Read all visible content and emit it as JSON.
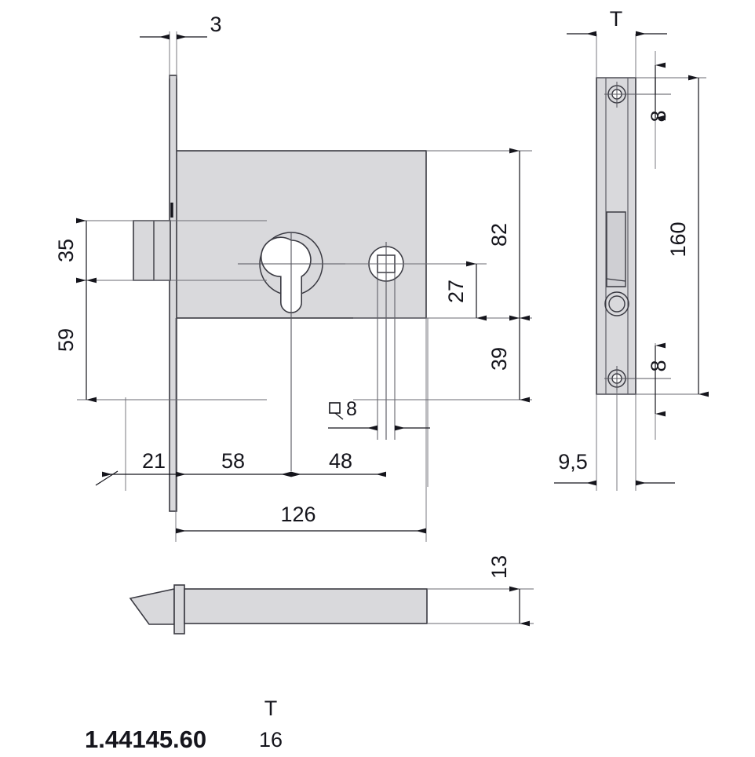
{
  "drawing": {
    "type": "technical-mechanical-drawing",
    "subject": "mortise lock with euro profile cylinder",
    "background_color": "#ffffff",
    "line_color": "#3a3a42",
    "fill_color": "#d9d9dc",
    "text_color": "#15151c"
  },
  "front_view": {
    "name": "front-view",
    "dimensions": {
      "faceplate_thickness": "3",
      "backset_to_cylinder": "58",
      "faceplate_to_body": "21",
      "cylinder_to_spindle": "48",
      "total_length": "126",
      "body_height_upper": "82",
      "cylinder_to_spindle_vertical": "27",
      "body_height_lower": "39",
      "latch_upper": "35",
      "latch_lower": "59",
      "spindle_square": "8",
      "spindle_symbol": "square-symbol"
    }
  },
  "side_view": {
    "name": "side-view",
    "dimensions": {
      "faceplate_width": "T",
      "screw_edge_top": "8",
      "screw_edge_bottom": "8",
      "faceplate_length": "160",
      "body_depth": "9,5"
    }
  },
  "bottom_view": {
    "name": "latch-profile-view",
    "dimensions": {
      "latch_height": "13"
    }
  },
  "title_block": {
    "part_number": "1.44145.60",
    "t_label": "T",
    "t_value": "16"
  }
}
